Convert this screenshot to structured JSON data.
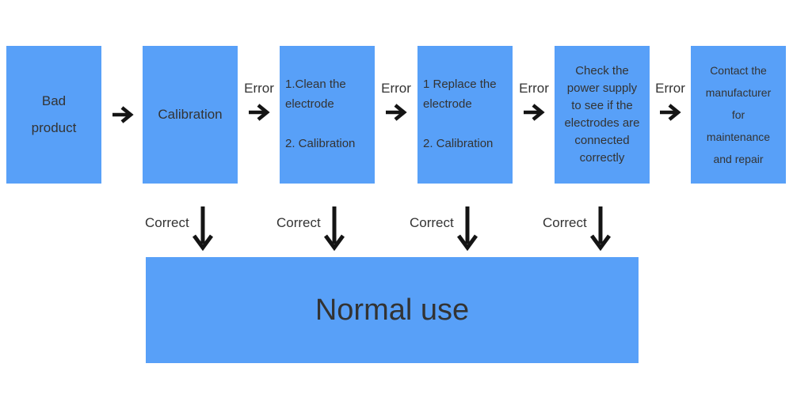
{
  "colors": {
    "box_blue": "#58a0f8",
    "text_dark": "#333333",
    "arrow_black": "#141414",
    "background": "#ffffff"
  },
  "flow": {
    "boxes": [
      {
        "id": "bad-product",
        "label": "Bad product"
      },
      {
        "id": "calibration",
        "label": "Calibration"
      },
      {
        "id": "clean-electrode",
        "label": "1.Clean the electrode\n\n2. Calibration"
      },
      {
        "id": "replace-electrode",
        "label": "1 Replace the electrode\n\n2. Calibration"
      },
      {
        "id": "check-power-supply",
        "label": "Check the power supply to see if the electrodes are connected correctly"
      },
      {
        "id": "contact-manufacturer",
        "label": "Contact the manufacturer for maintenance and repair"
      }
    ],
    "edge_labels": {
      "error": "Error",
      "correct": "Correct"
    },
    "end_state": {
      "label": "Normal use"
    }
  }
}
